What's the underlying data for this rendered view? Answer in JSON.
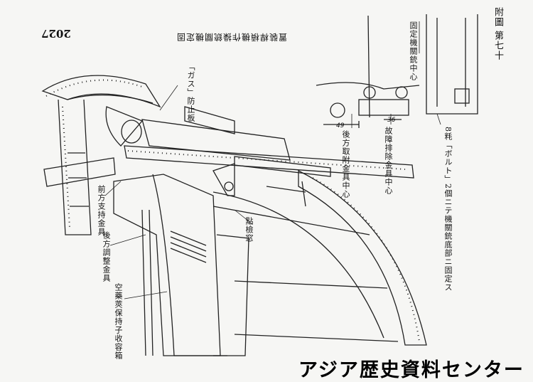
{
  "page_number": "2027",
  "title": "置裝桿槓機作操銃關機定固",
  "figure_label": "附圖 第七十",
  "labels": {
    "gas_guard": "「ガス」防止板",
    "front_support": "前方支持金具",
    "rear_adjust": "後方調整金具",
    "inspection_window": "點檢窓",
    "container": "空藥莢保持子收容箱",
    "fixed_mg_center": "固定機關銃中心",
    "rear_mount_center": "後方取附金具中心",
    "failure_center": "故障排除金具中心",
    "bolt_note": "8粍「ボルト」2個ニテ機關銃底部ニ固定ス"
  },
  "dimensions": {
    "d1": "49",
    "d2": "36"
  },
  "archive_banner": "アジア歴史資料センター"
}
